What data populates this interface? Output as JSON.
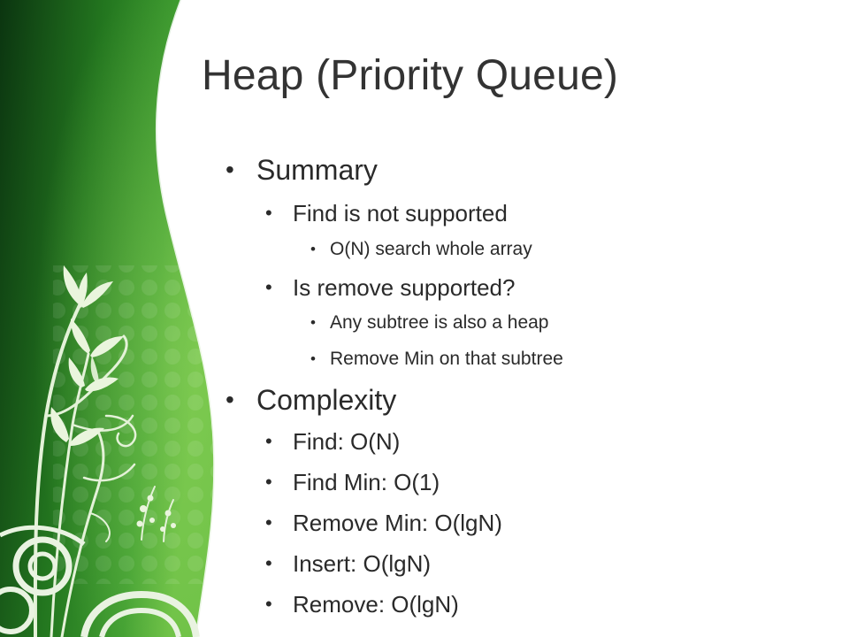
{
  "slide": {
    "title": "Heap (Priority Queue)",
    "bullet_glyph": "•",
    "summary": {
      "heading": "Summary",
      "find": {
        "label": "Find is not supported",
        "detail": "O(N) search whole array"
      },
      "remove": {
        "label": "Is remove supported?",
        "detail_1": "Any subtree is also a heap",
        "detail_2": "Remove Min on that subtree"
      }
    },
    "complexity": {
      "heading": "Complexity",
      "items": [
        "Find: O(N)",
        "Find Min: O(1)",
        "Remove Min: O(lgN)",
        "Insert: O(lgN)",
        "Remove: O(lgN)"
      ]
    }
  },
  "colors": {
    "green_dark": "#0d3a12",
    "green_mid": "#2f8a2a",
    "green_light": "#5fb83a",
    "text": "#2a2a2a",
    "title": "#333333"
  },
  "icons": {
    "decoration": "floral-swirl-illustration"
  }
}
